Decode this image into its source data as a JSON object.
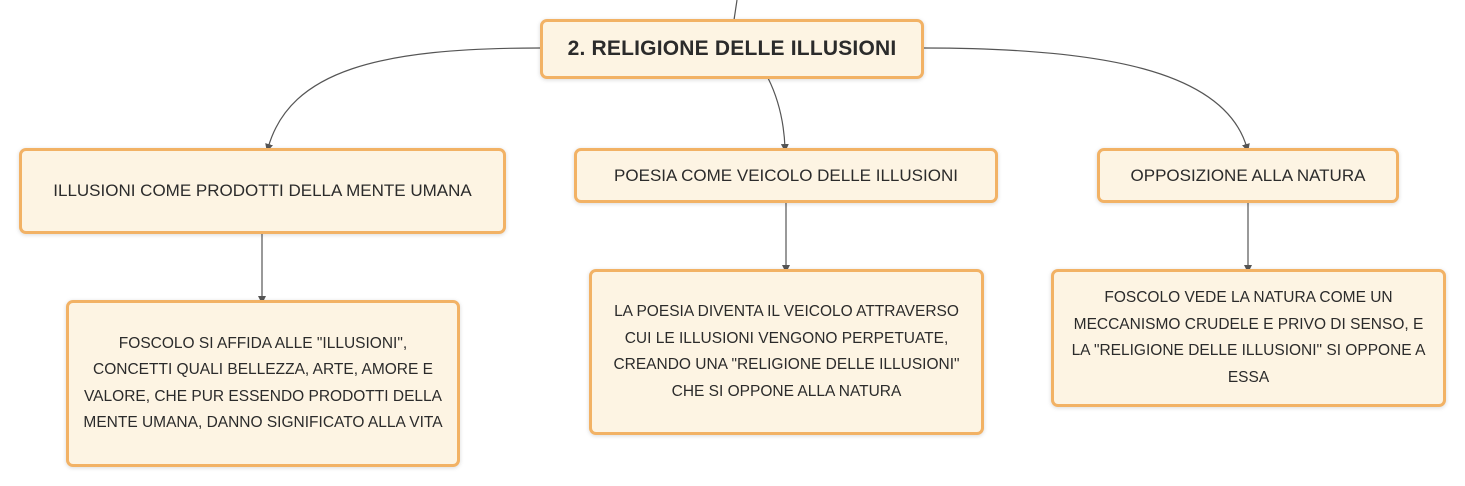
{
  "root": {
    "label": "2. RELIGIONE DELLE ILLUSIONI"
  },
  "branches": [
    {
      "topic": "ILLUSIONI COME PRODOTTI DELLA MENTE UMANA",
      "detail": "FOSCOLO SI AFFIDA ALLE \"ILLUSIONI\", CONCETTI QUALI BELLEZZA, ARTE, AMORE E VALORE, CHE PUR ESSENDO PRODOTTI DELLA MENTE UMANA, DANNO SIGNIFICATO ALLA VITA"
    },
    {
      "topic": "POESIA COME VEICOLO DELLE ILLUSIONI",
      "detail": "LA POESIA DIVENTA IL VEICOLO ATTRAVERSO CUI LE ILLUSIONI VENGONO PERPETUATE, CREANDO UNA \"RELIGIONE DELLE ILLUSIONI\" CHE SI OPPONE ALLA NATURA"
    },
    {
      "topic": "OPPOSIZIONE ALLA NATURA",
      "detail": "FOSCOLO VEDE LA NATURA COME UN MECCANISMO CRUDELE E PRIVO DI SENSO, E LA \"RELIGIONE DELLE ILLUSIONI\" SI OPPONE A ESSA"
    }
  ],
  "colors": {
    "node_fill": "#fdf4e3",
    "node_border": "#f2b265",
    "connector": "#555555"
  }
}
